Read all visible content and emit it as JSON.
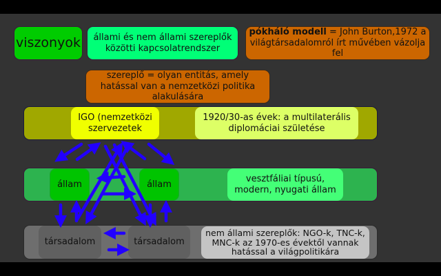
{
  "top_row": {
    "relations": "viszonyok",
    "definition": "állami és nem állami szereplők közötti kapcsolatrendszer",
    "model_bold": "pókháló modell",
    "model_rest": " = John Burton,1972 a világtársadalomról írt művében vázolja fel"
  },
  "actor_definition": "szereplő = olyan entitás, amely hatással van a nemzetközi politika alakulására",
  "levels": {
    "igo": {
      "label": "IGO (nemzetközi szervezetek",
      "note": "1920/30-as évek: a multilaterális diplomáciai születése"
    },
    "state": {
      "left_label": "állam",
      "right_label": "állam",
      "note": "vesztfáliai típusú, modern, nyugati állam"
    },
    "society": {
      "left_label": "társadalom",
      "right_label": "társadalom",
      "note": "nem állami szereplők: NGO-k, TNC-k, MNC-k az 1970-es évektől vannak hatással a világpolitikára"
    }
  },
  "colors": {
    "background": "#333333",
    "arrow": "#2200ff",
    "green_box": "#00cc00",
    "mint_box": "#00ff77",
    "orange_box": "#cc6600",
    "igo_band": "#a0a800",
    "igo_box": "#f0ff00",
    "igo_note": "#ddff66",
    "state_band": "#2db34f",
    "state_box": "#00c400",
    "state_note": "#44ff77",
    "society_band": "#6e6e6e",
    "society_box": "#606060",
    "society_note": "#c4c4c4"
  }
}
